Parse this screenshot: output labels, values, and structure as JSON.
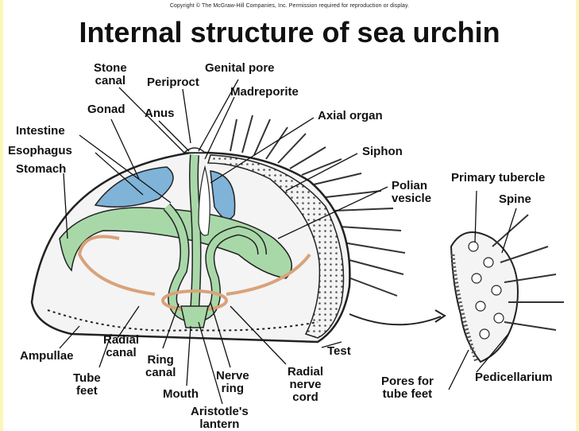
{
  "copyright": "Copyright © The McGraw-Hill Companies, Inc. Permission required for reproduction or display.",
  "title": "Internal structure of sea urchin",
  "labels": {
    "stone_canal": "Stone\ncanal",
    "periproct": "Periproct",
    "genital_pore": "Genital pore",
    "madreporite": "Madreporite",
    "gonad": "Gonad",
    "anus": "Anus",
    "axial_organ": "Axial organ",
    "intestine": "Intestine",
    "esophagus": "Esophagus",
    "stomach": "Stomach",
    "siphon": "Siphon",
    "polian_vesicle": "Polian\nvesicle",
    "primary_tubercle": "Primary tubercle",
    "spine": "Spine",
    "ampullae": "Ampullae",
    "radial_canal": "Radial\ncanal",
    "ring_canal": "Ring\ncanal",
    "tube_feet": "Tube\nfeet",
    "mouth": "Mouth",
    "nerve_ring": "Nerve\nring",
    "aristotles_lantern": "Aristotle's\nlantern",
    "radial_nerve_cord": "Radial\nnerve\ncord",
    "test": "Test",
    "pores_for_tube_feet": "Pores for\ntube feet",
    "pedicellarium": "Pedicellarium"
  },
  "colors": {
    "gonad": "#7fb3d8",
    "digestive": "#a8d8a8",
    "canals": "#d9a27a",
    "border": "#fbf7b8"
  }
}
